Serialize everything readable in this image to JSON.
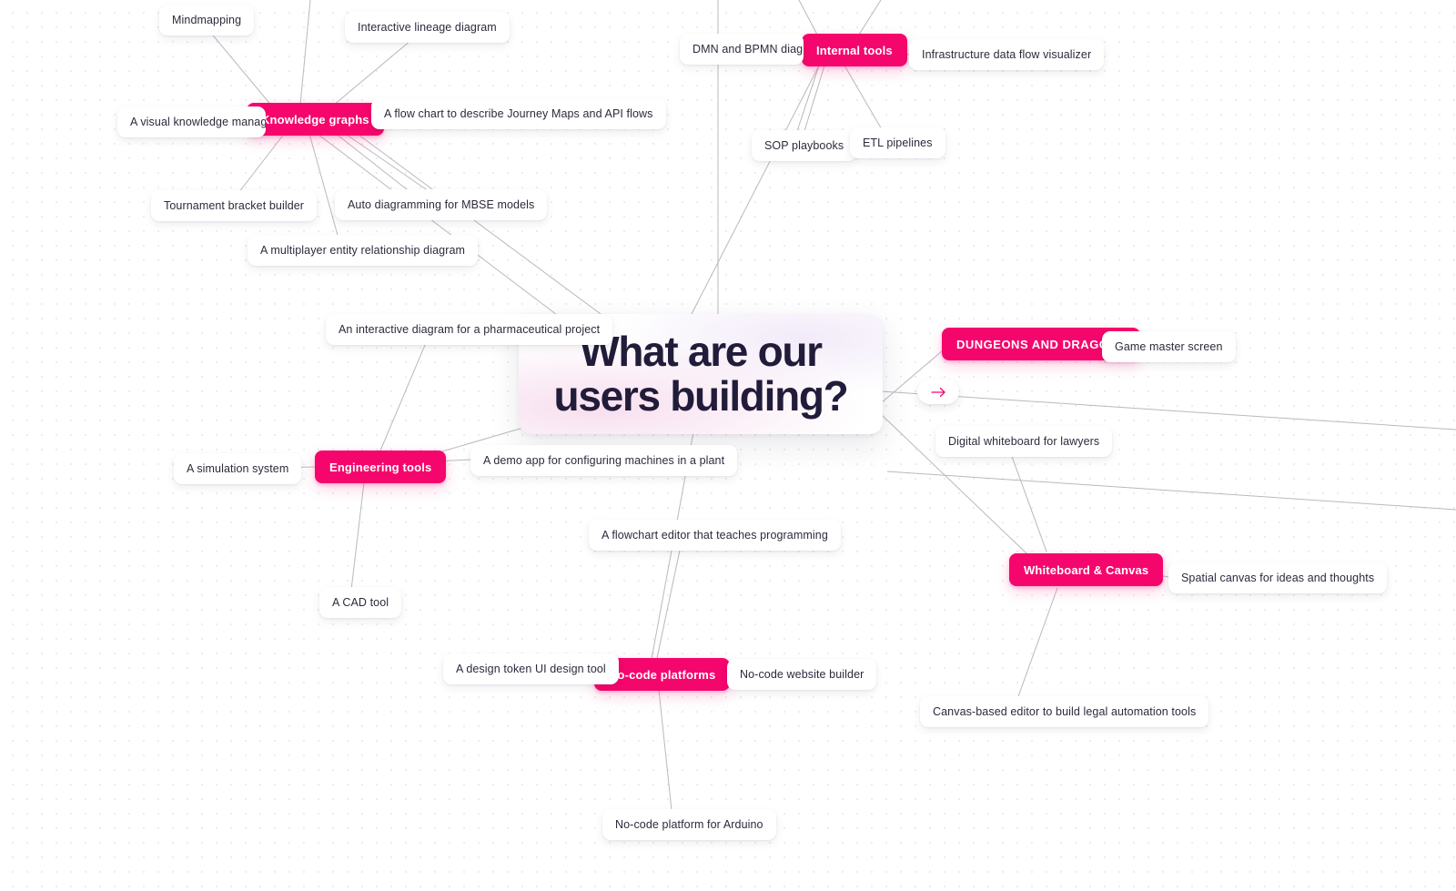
{
  "board": {
    "type": "mind-map",
    "background": "#ffffff",
    "dot_grid_color": "#e9e9ee",
    "edge_color": "#b9b9bf",
    "accent_color": "#F5066C",
    "text_color": "#2c2a3c",
    "root_text_color": "#211c3a"
  },
  "root": {
    "title": "What are our users building?",
    "line1": "What are our",
    "line2": "users building?"
  },
  "branches": [
    {
      "id": "knowledge-graphs",
      "label": "Knowledge graphs"
    },
    {
      "id": "internal-tools",
      "label": "Internal tools"
    },
    {
      "id": "dungeons-and-dragons",
      "label": "DUNGEONS AND DRAGONS"
    },
    {
      "id": "whiteboard-canvas",
      "label": "Whiteboard & Canvas"
    },
    {
      "id": "engineering-tools",
      "label": "Engineering tools"
    },
    {
      "id": "no-code-platforms",
      "label": "No-code platforms"
    }
  ],
  "leaves": {
    "mindmapping": "Mindmapping",
    "interactive_lineage_diagram": "Interactive lineage diagram",
    "visual_knowledge_management": "A visual knowledge management",
    "flow_chart_journey_maps": "A flow chart to describe Journey Maps and API flows",
    "tournament_bracket_builder": "Tournament bracket builder",
    "auto_diagramming_mbse": "Auto diagramming for MBSE models",
    "multiplayer_erd": "A multiplayer entity relationship diagram",
    "dmn_bpmn_editor": "DMN and BPMN diagram edit",
    "infrastructure_data_flow": "Infrastructure data flow visualizer",
    "sop_playbooks": "SOP playbooks",
    "etl_pipelines": "ETL pipelines",
    "game_master_screen": "Game master screen",
    "digital_whiteboard_lawyers": "Digital whiteboard for lawyers",
    "spatial_canvas": "Spatial canvas for ideas and thoughts",
    "canvas_legal_automation": "Canvas-based editor to build legal automation tools",
    "pharmaceutical_project": "An interactive diagram for a pharmaceutical project",
    "simulation_system": "A simulation system",
    "demo_app_machines": "A demo app for configuring machines in a plant",
    "cad_tool": "A CAD tool",
    "flowchart_teaches_programming": "A flowchart editor that teaches programming",
    "design_token_ui_tool": "A design token UI design tool",
    "no_code_website_builder": "No-code website builder",
    "no_code_arduino": "No-code platform for Arduino"
  },
  "controls": {
    "expand_arrow_icon": "arrow-right-icon"
  }
}
